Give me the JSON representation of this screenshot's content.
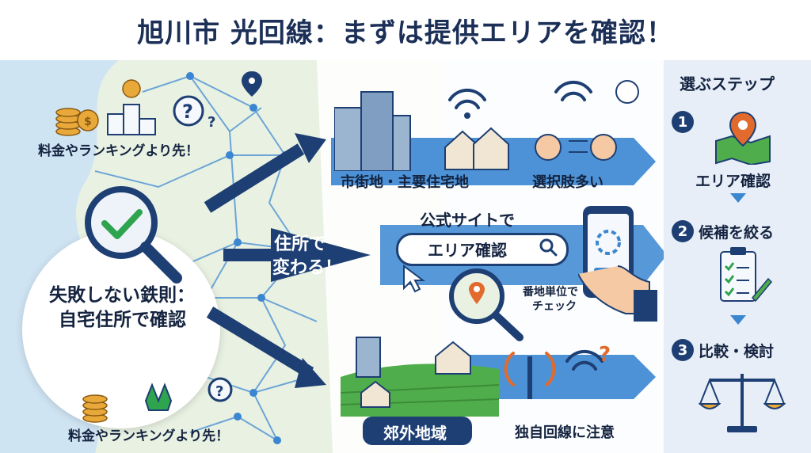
{
  "title": "旭川市 光回線：まずは提供エリアを確認！",
  "left": {
    "top_caption": "料金やランキングより先！",
    "bottom_caption": "料金やランキングより先！",
    "rule_line1": "失敗しない鉄則：",
    "rule_line2": "自宅住所で確認"
  },
  "middle": {
    "arrow_label_line1": "住所で",
    "arrow_label_line2": "変わる！",
    "top_label_city": "市街地・主要住宅地",
    "top_label_choice": "選択肢多い",
    "official_site": "公式サイトで",
    "area_check_button": "エリア確認",
    "address_note_line1": "番地単位で",
    "address_note_line2": "チェック",
    "suburb_label": "郊外地域",
    "own_line_note": "独自回線に注意"
  },
  "steps": {
    "heading": "選ぶステップ",
    "items": [
      {
        "num": "1",
        "label": "エリア確認"
      },
      {
        "num": "2",
        "label": "候補を絞る"
      },
      {
        "num": "3",
        "label": "比較・検討"
      }
    ]
  },
  "colors": {
    "navy": "#1e3f73",
    "arrow_blue": "#3a86d1",
    "map_sea": "#cfe4f3",
    "map_land": "#e8f1e2",
    "accent_orange": "#e26a2c"
  }
}
